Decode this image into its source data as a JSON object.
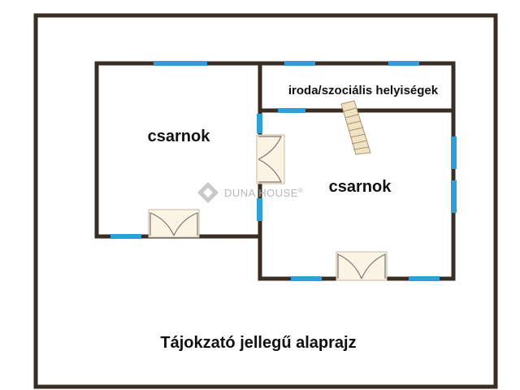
{
  "colors": {
    "wall": "#3a2d24",
    "window": "#2f9fd8",
    "door_fill": "#fbf3e3",
    "stair_fill": "#f0e3c4",
    "watermark": "#b9b9b9"
  },
  "rooms": {
    "hall_left": "csarnok",
    "hall_right": "csarnok",
    "office": "iroda/szociális helyiségek"
  },
  "watermark": {
    "text": "DUNA HOUSE",
    "mark": "®"
  },
  "caption": "Tájokzató jellegű alaprajz",
  "icons": {
    "watermark_logo": "diamond-logo-icon",
    "staircase": "staircase-icon",
    "door": "double-door-icon",
    "window": "window-icon"
  }
}
